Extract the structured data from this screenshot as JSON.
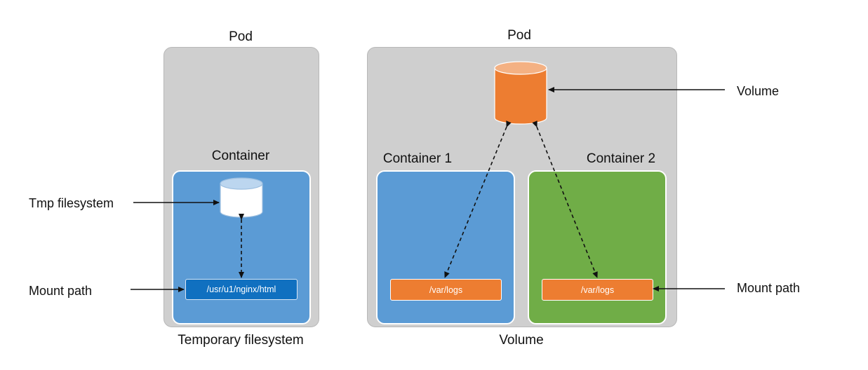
{
  "left": {
    "pod_label": "Pod",
    "container_label": "Container",
    "mount_path": "/usr/u1/nginx/html",
    "tmp_label": "Tmp filesystem",
    "mount_label": "Mount path",
    "caption": "Temporary filesystem"
  },
  "right": {
    "pod_label": "Pod",
    "container1_label": "Container 1",
    "container2_label": "Container 2",
    "mount_path_1": "/var/logs",
    "mount_path_2": "/var/logs",
    "volume_label": "Volume",
    "mount_label": "Mount path",
    "caption": "Volume"
  },
  "colors": {
    "pod": "#cfcfcf",
    "container_blue": "#5b9bd5",
    "container_green": "#70ad47",
    "volume_orange": "#ed7d31",
    "path_blue": "#1070c0"
  },
  "icons": {
    "tmp_filesystem": "cylinder-icon",
    "volume": "cylinder-icon"
  }
}
